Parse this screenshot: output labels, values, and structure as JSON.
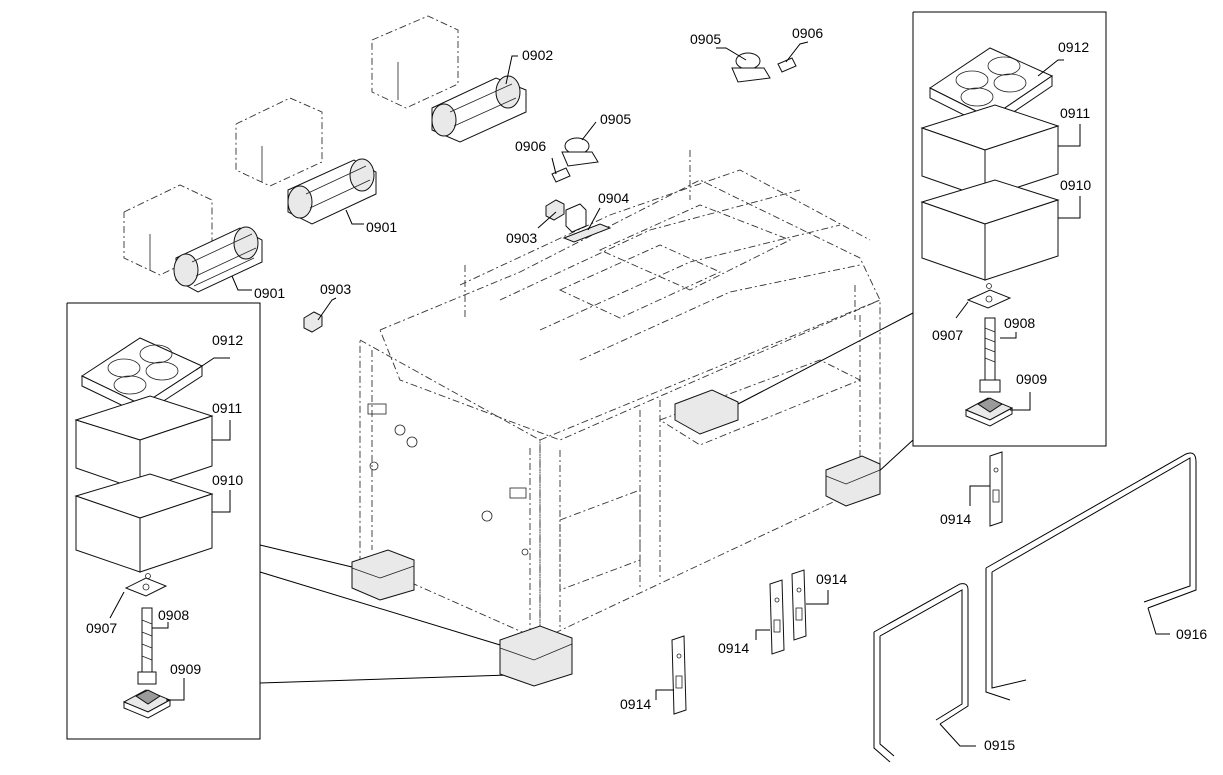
{
  "diagram": {
    "callouts": [
      {
        "id": "c-0901a",
        "label": "0901"
      },
      {
        "id": "c-0901b",
        "label": "0901"
      },
      {
        "id": "c-0902",
        "label": "0902"
      },
      {
        "id": "c-0903a",
        "label": "0903"
      },
      {
        "id": "c-0903b",
        "label": "0903"
      },
      {
        "id": "c-0904",
        "label": "0904"
      },
      {
        "id": "c-0905a",
        "label": "0905"
      },
      {
        "id": "c-0905b",
        "label": "0905"
      },
      {
        "id": "c-0906a",
        "label": "0906"
      },
      {
        "id": "c-0906b",
        "label": "0906"
      },
      {
        "id": "c-0907a",
        "label": "0907"
      },
      {
        "id": "c-0907b",
        "label": "0907"
      },
      {
        "id": "c-0908a",
        "label": "0908"
      },
      {
        "id": "c-0908b",
        "label": "0908"
      },
      {
        "id": "c-0909a",
        "label": "0909"
      },
      {
        "id": "c-0909b",
        "label": "0909"
      },
      {
        "id": "c-0910a",
        "label": "0910"
      },
      {
        "id": "c-0910b",
        "label": "0910"
      },
      {
        "id": "c-0911a",
        "label": "0911"
      },
      {
        "id": "c-0911b",
        "label": "0911"
      },
      {
        "id": "c-0912a",
        "label": "0912"
      },
      {
        "id": "c-0912b",
        "label": "0912"
      },
      {
        "id": "c-0914a",
        "label": "0914"
      },
      {
        "id": "c-0914b",
        "label": "0914"
      },
      {
        "id": "c-0914c",
        "label": "0914"
      },
      {
        "id": "c-0914d",
        "label": "0914"
      },
      {
        "id": "c-0915",
        "label": "0915"
      },
      {
        "id": "c-0916",
        "label": "0916"
      }
    ]
  }
}
